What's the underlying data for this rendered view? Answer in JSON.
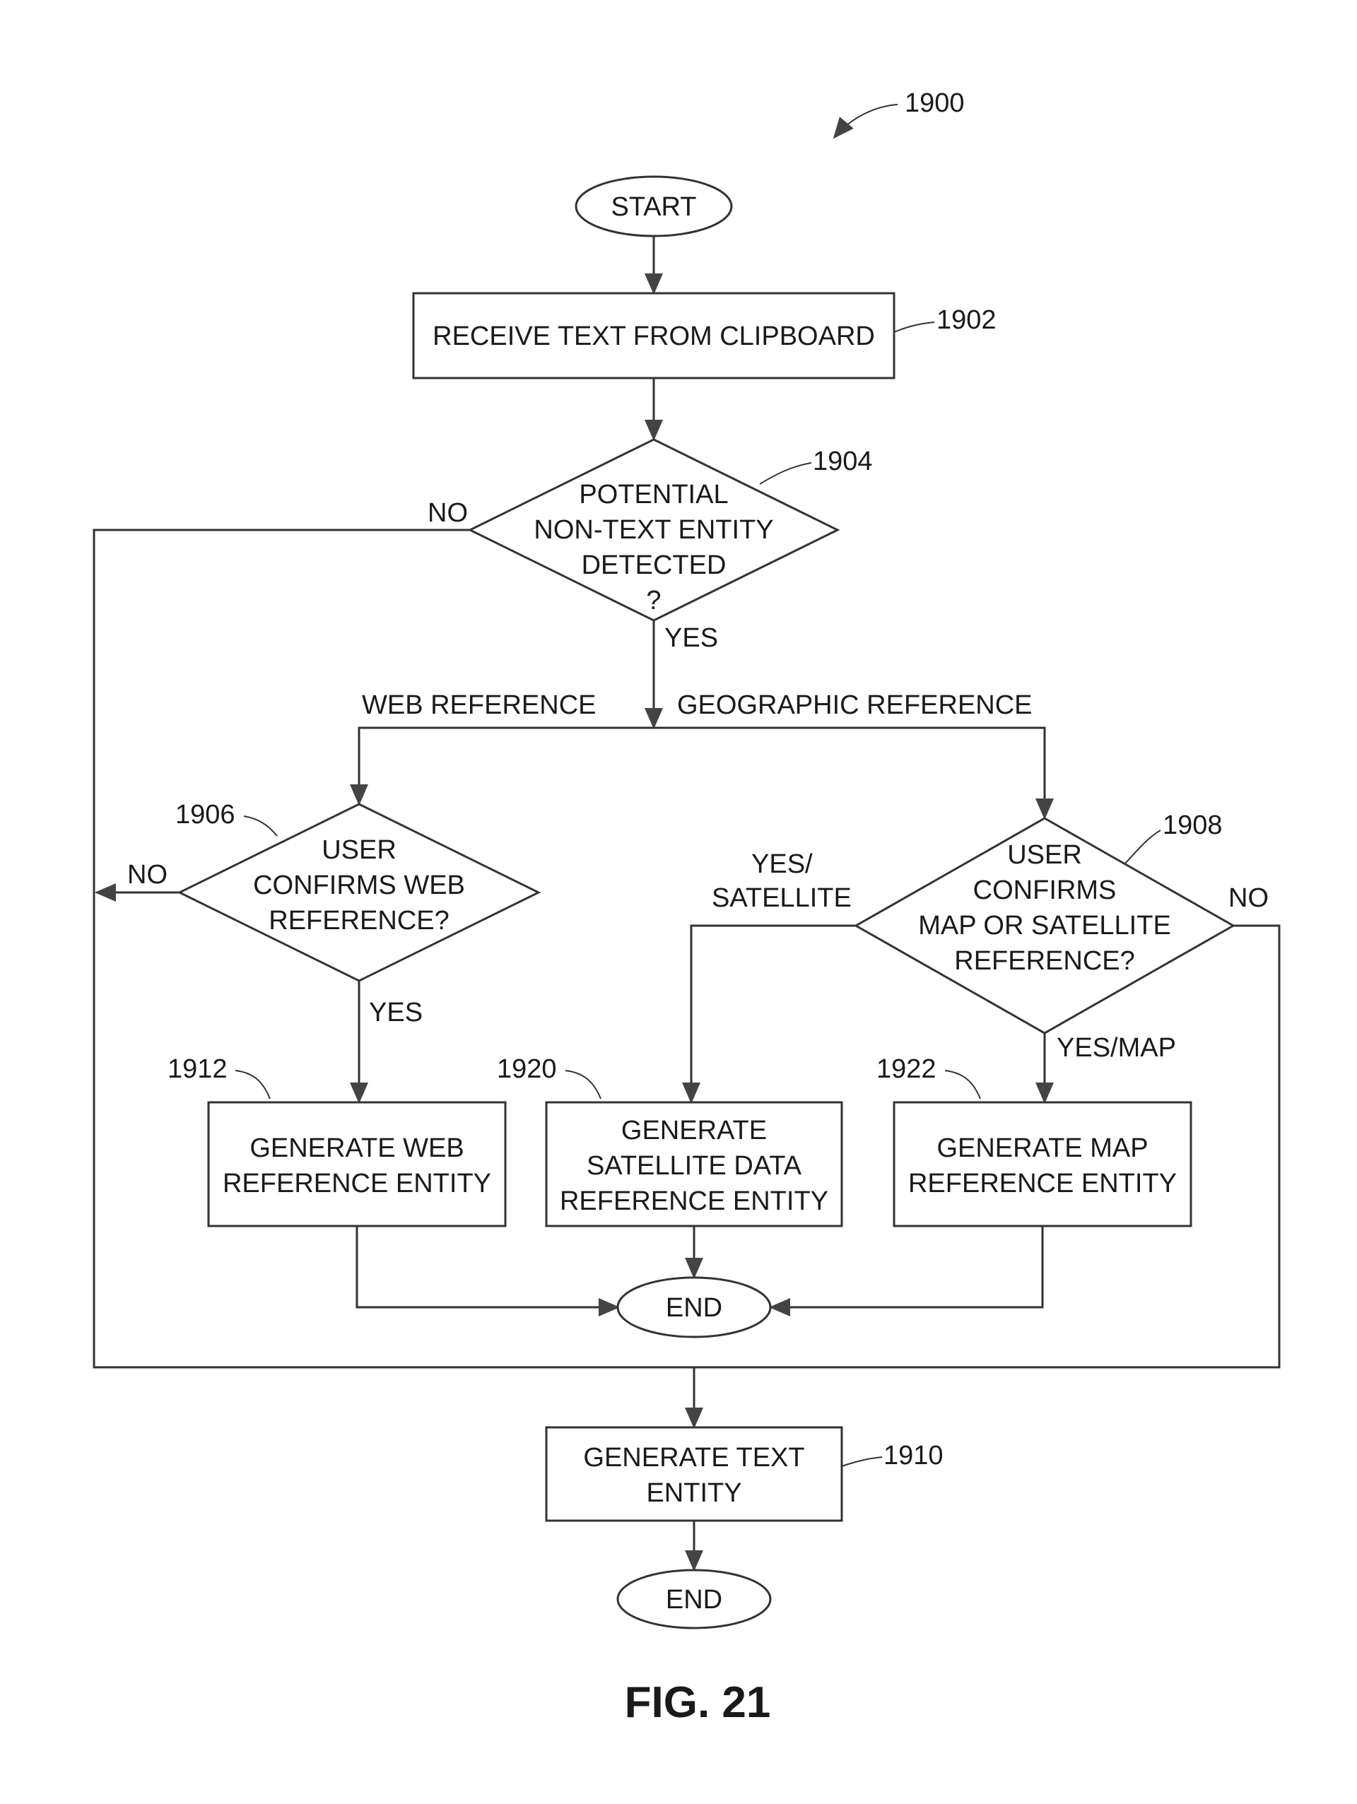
{
  "figure": {
    "ref": "1900",
    "caption": "FIG. 21"
  },
  "nodes": {
    "start": {
      "lines": [
        "START"
      ]
    },
    "receive_text": {
      "ref": "1902",
      "lines": [
        "RECEIVE TEXT FROM CLIPBOARD"
      ]
    },
    "entity_detected": {
      "ref": "1904",
      "lines": [
        "POTENTIAL",
        "NON-TEXT ENTITY",
        "DETECTED",
        "?"
      ]
    },
    "confirm_web": {
      "ref": "1906",
      "lines": [
        "USER",
        "CONFIRMS WEB",
        "REFERENCE?"
      ]
    },
    "confirm_geo": {
      "ref": "1908",
      "lines": [
        "USER",
        "CONFIRMS",
        "MAP OR SATELLITE",
        "REFERENCE?"
      ]
    },
    "gen_web": {
      "ref": "1912",
      "lines": [
        "GENERATE WEB",
        "REFERENCE ENTITY"
      ]
    },
    "gen_satellite": {
      "ref": "1920",
      "lines": [
        "GENERATE",
        "SATELLITE DATA",
        "REFERENCE ENTITY"
      ]
    },
    "gen_map": {
      "ref": "1922",
      "lines": [
        "GENERATE MAP",
        "REFERENCE ENTITY"
      ]
    },
    "end_mid": {
      "lines": [
        "END"
      ]
    },
    "gen_text": {
      "ref": "1910",
      "lines": [
        "GENERATE TEXT",
        "ENTITY"
      ]
    },
    "end_final": {
      "lines": [
        "END"
      ]
    }
  },
  "edge_labels": {
    "detected_no": "NO",
    "detected_yes": "YES",
    "web_reference": "WEB REFERENCE",
    "geographic_reference": "GEOGRAPHIC REFERENCE",
    "web_no": "NO",
    "web_yes": "YES",
    "geo_yes_satellite": [
      "YES/",
      "SATELLITE"
    ],
    "geo_no": "NO",
    "geo_yes_map": "YES/MAP"
  }
}
